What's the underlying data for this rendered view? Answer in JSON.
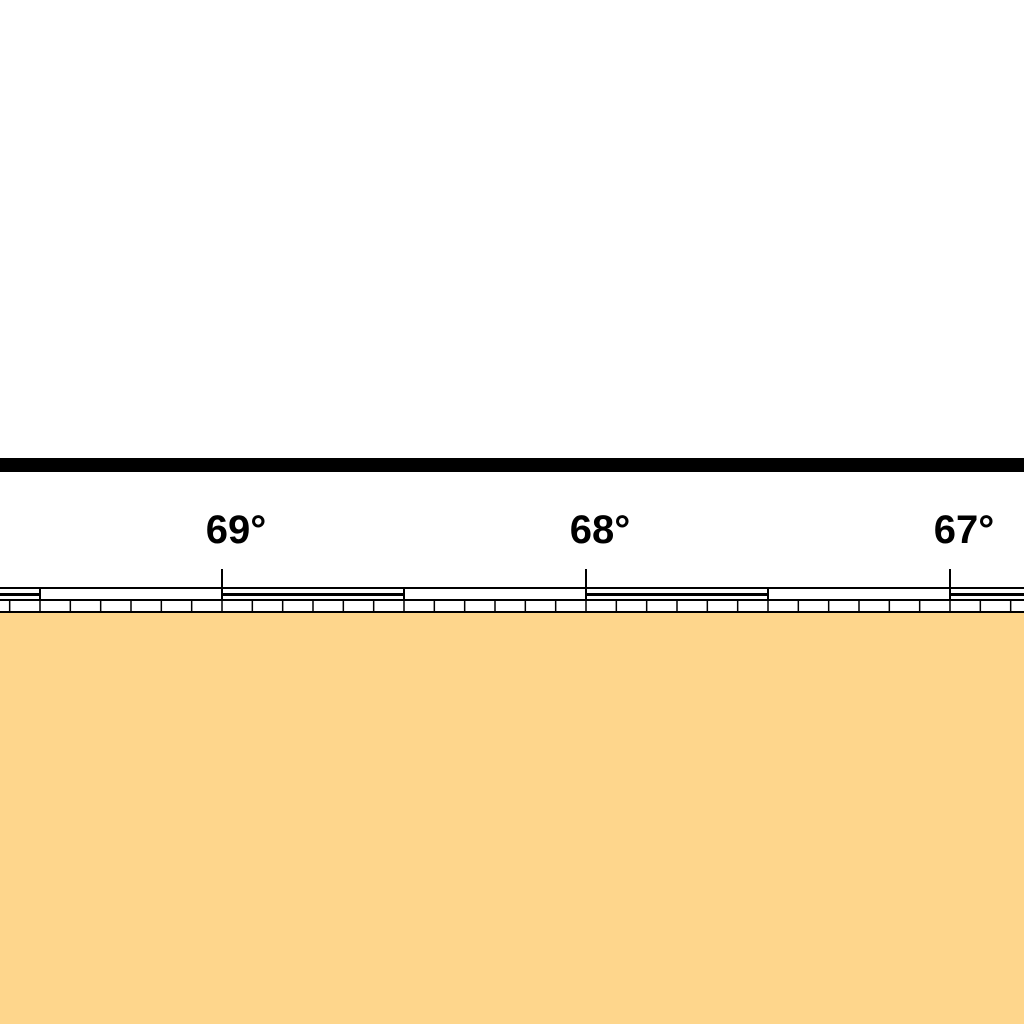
{
  "colors": {
    "land": "#fed68c",
    "neatline": "#000000",
    "margin": "#ffffff"
  },
  "graticule": {
    "labels": [
      {
        "value": "69°"
      },
      {
        "value": "68°"
      },
      {
        "value": "67°"
      }
    ]
  }
}
